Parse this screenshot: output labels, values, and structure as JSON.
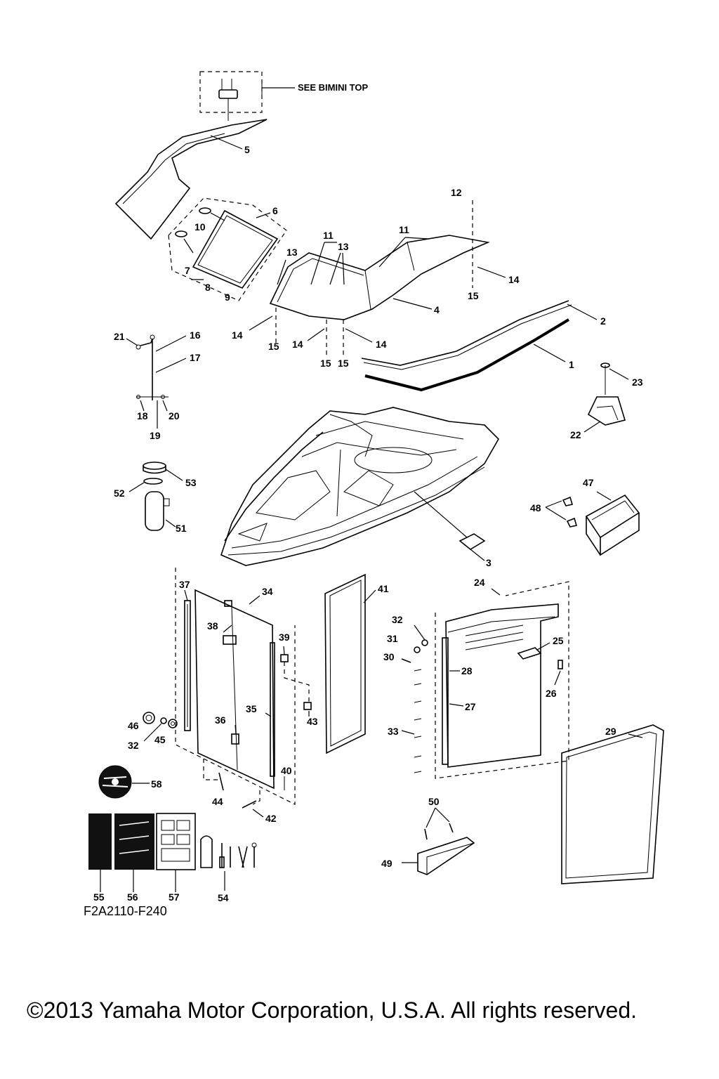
{
  "note": "SEE BIMINI TOP",
  "diagram_code": "F2A2110-F240",
  "copyright": "©2013 Yamaha Motor Corporation, U.S.A. All rights reserved.",
  "callouts": {
    "p1": "1",
    "p2": "2",
    "p3": "3",
    "p4": "4",
    "p5": "5",
    "p6": "6",
    "p7": "7",
    "p8": "8",
    "p9": "9",
    "p10": "10",
    "p11a": "11",
    "p11b": "11",
    "p12": "12",
    "p13a": "13",
    "p13b": "13",
    "p14a": "14",
    "p14b": "14",
    "p14c": "14",
    "p14d": "14",
    "p15a": "15",
    "p15b": "15",
    "p15c": "15",
    "p15d": "15",
    "p16": "16",
    "p17": "17",
    "p18": "18",
    "p19": "19",
    "p20": "20",
    "p21": "21",
    "p22": "22",
    "p23": "23",
    "p24": "24",
    "p25": "25",
    "p26": "26",
    "p27": "27",
    "p28": "28",
    "p29": "29",
    "p30": "30",
    "p31": "31",
    "p32a": "32",
    "p32b": "32",
    "p33": "33",
    "p34": "34",
    "p35": "35",
    "p36": "36",
    "p37": "37",
    "p38": "38",
    "p39": "39",
    "p40": "40",
    "p41": "41",
    "p42": "42",
    "p43": "43",
    "p44": "44",
    "p45": "45",
    "p46": "46",
    "p47": "47",
    "p48": "48",
    "p49": "49",
    "p50": "50",
    "p51": "51",
    "p52": "52",
    "p53": "53",
    "p54": "54",
    "p55": "55",
    "p56": "56",
    "p57": "57",
    "p58": "58"
  }
}
